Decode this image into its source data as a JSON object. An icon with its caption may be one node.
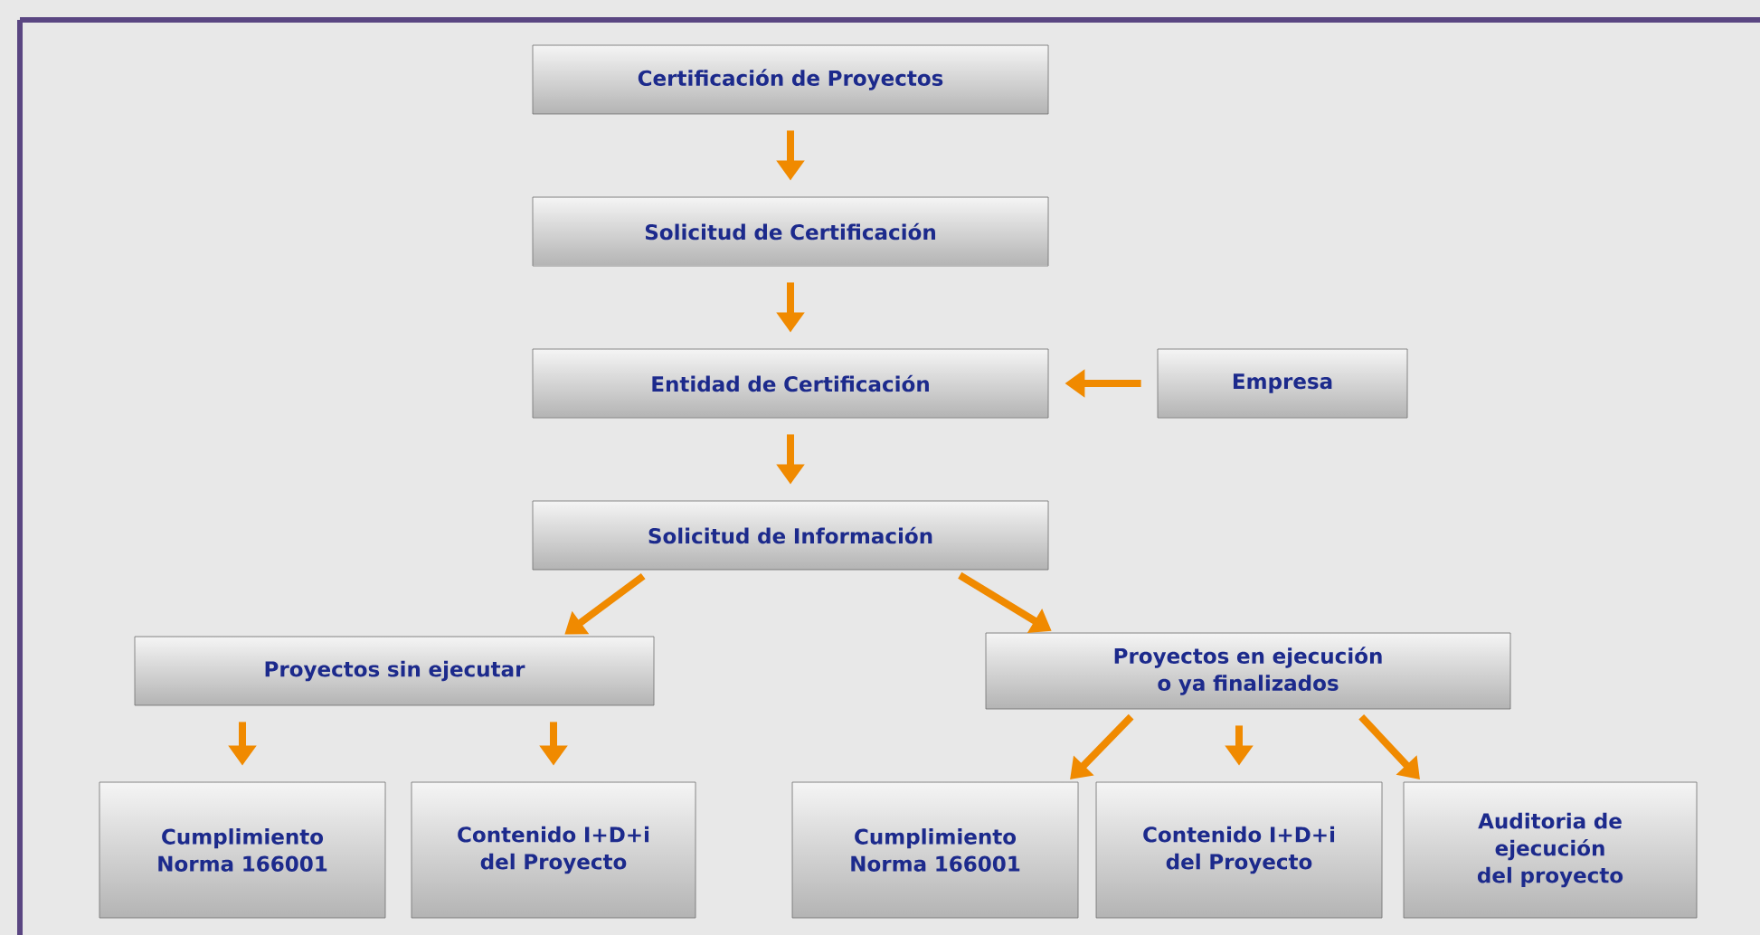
{
  "diagram": {
    "nodes": [
      {
        "text": [
          "Certificación de Proyectos"
        ]
      },
      {
        "text": [
          "Solicitud de Certificación"
        ]
      },
      {
        "text": [
          "Entidad de Certificación"
        ]
      },
      {
        "text": [
          "Empresa"
        ]
      },
      {
        "text": [
          "Solicitud de Información"
        ]
      },
      {
        "text": [
          "Proyectos sin ejecutar"
        ]
      },
      {
        "text": [
          "Proyectos en ejecución o ya finalizados"
        ]
      },
      {
        "text": [
          "Cumplimiento Norma 166001"
        ]
      },
      {
        "text": [
          "Contenido I+D+i del Proyecto"
        ]
      },
      {
        "text": [
          "Cumplimiento Norma 166001"
        ]
      },
      {
        "text": [
          "Contenido I+D+i del Proyecto"
        ]
      },
      {
        "text": [
          "Auditoria de ejecución del proyecto"
        ]
      }
    ],
    "edges": [
      {
        "from": 0,
        "to": 1,
        "arrow": "to"
      },
      {
        "from": 1,
        "to": 2,
        "arrow": "to"
      },
      {
        "from": 3,
        "to": 2,
        "arrow": "to"
      },
      {
        "from": 2,
        "to": 4,
        "arrow": "to"
      },
      {
        "from": 4,
        "to": 5,
        "arrow": "to"
      },
      {
        "from": 4,
        "to": 6,
        "arrow": "to"
      },
      {
        "from": 5,
        "to": 7,
        "arrow": "to"
      },
      {
        "from": 5,
        "to": 8,
        "arrow": "to"
      },
      {
        "from": 6,
        "to": 9,
        "arrow": "to"
      },
      {
        "from": 6,
        "to": 10,
        "arrow": "to"
      },
      {
        "from": 6,
        "to": 11,
        "arrow": "to"
      }
    ]
  }
}
